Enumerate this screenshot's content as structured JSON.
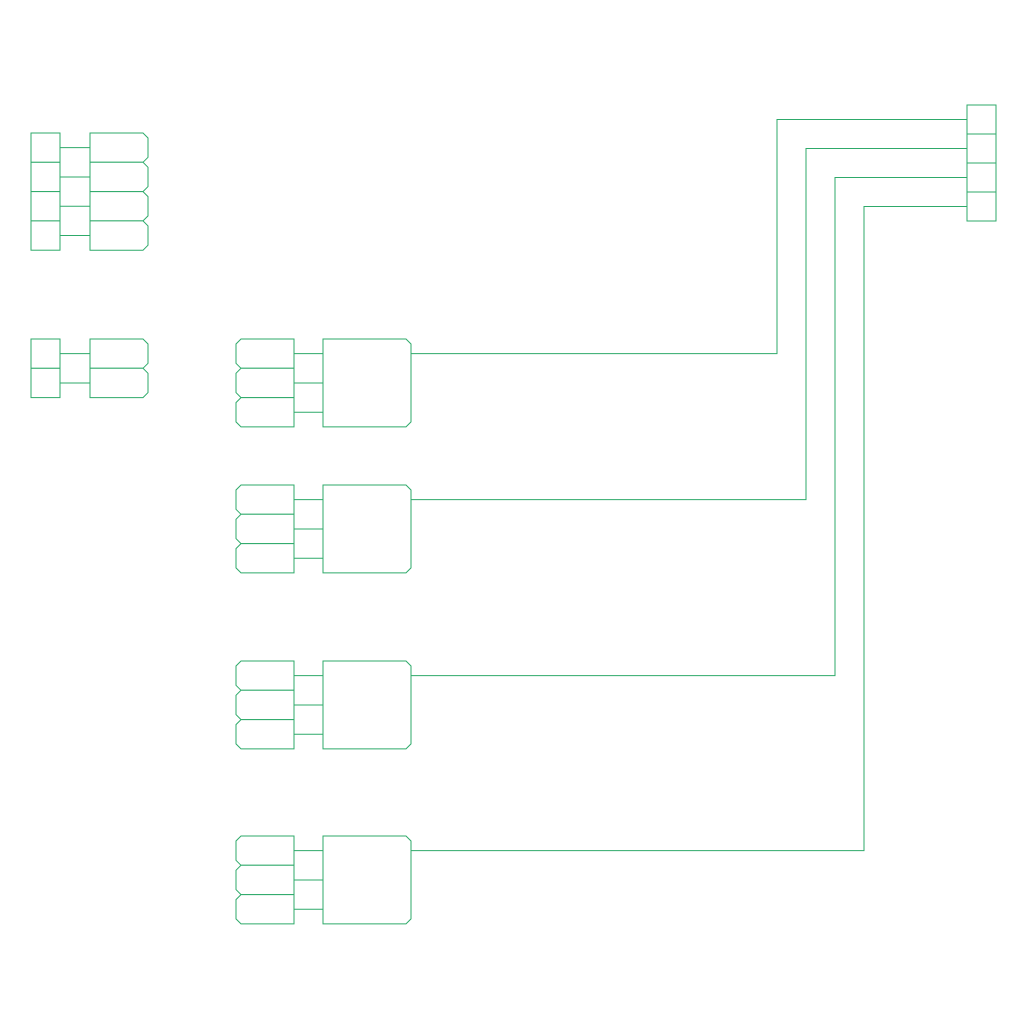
{
  "colors": {
    "stroke": "#2eaa6a",
    "background": "#ffffff"
  },
  "legend_group_a": {
    "rows": 4
  },
  "legend_group_b": {
    "rows": 2
  },
  "modules": [
    {
      "id": "module-1",
      "inputs": 3
    },
    {
      "id": "module-2",
      "inputs": 3
    },
    {
      "id": "module-3",
      "inputs": 3
    },
    {
      "id": "module-4",
      "inputs": 3
    }
  ],
  "terminal_block": {
    "ports": 4
  }
}
